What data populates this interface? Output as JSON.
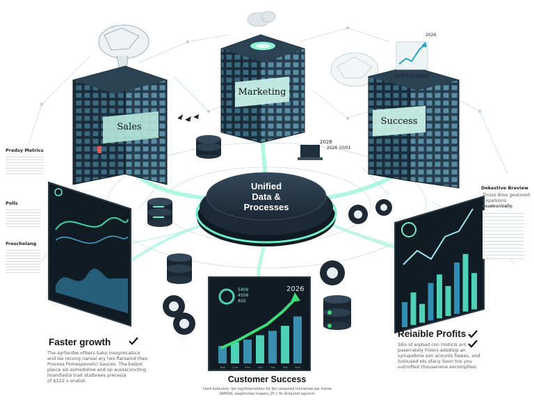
{
  "hub": {
    "line1": "Unified",
    "line2": "Data &",
    "line3": "Processes"
  },
  "towers": {
    "sales": "Sales",
    "marketing": "Marketing",
    "success": "Success",
    "operations_sign": "OPESATINSS",
    "year_sign": "2026"
  },
  "left_panel": {
    "title1": "Predsy Metrics",
    "title2": "Polls",
    "title3": "Freschelang"
  },
  "right_panel": {
    "title": "Dekestive Breview",
    "line1": "Tinsss Brex geatored",
    "line2": "Expalsions ecoorumrwm",
    "line3": "beafnanbafly"
  },
  "mid_labels": {
    "year": "2026",
    "code": "2026 10/01"
  },
  "center_screen": {
    "year": "2026",
    "stat1": "5409",
    "stat2": "4S56",
    "stat3": "ASS",
    "categories": [
      "Tesli",
      "Cure",
      "Fies",
      "Tais",
      "Tod",
      "Tald",
      "Surll"
    ],
    "values": [
      28,
      34,
      38,
      45,
      52,
      60,
      75
    ]
  },
  "right_screen": {
    "values": [
      40,
      52,
      30,
      60,
      70,
      48,
      82,
      92,
      58
    ]
  },
  "bottom_left": {
    "heading": "Faster growth",
    "check": "✓",
    "body1": "The ayrfenibe ofikers Sako inexprecaliice",
    "body2": "and lse recong nansal ary hes flarsaind thes.",
    "body3": "Process Pomespeveiici Sauces. Tha balpot",
    "body4": "plaice ais ssmedoline and op ausssconcting",
    "body5": "hoanifastis trad otatbrees precesia",
    "body6": "of $122 x onalist."
  },
  "bottom_center": {
    "heading": "Customer Success",
    "body1": "Cbsd Subcuicis: Ser logrfotarrebites for Jbn Leneated Inctrectae par trame",
    "body2": "SKMDN, adaptinstes mopery 25 L fin Arlouniet agumnt"
  },
  "bottom_right": {
    "heading": "Reiaible Profits",
    "check1": "✓",
    "check2": "✓",
    "body1": "Siks id arpbad con rnoticis ant",
    "body2": "paserrately Froors adsdisgi an",
    "body3": "syoupebme son acounts fiawes, and",
    "body4": "Soloused ets ofany Soon tne you",
    "body5": "sutrinfbot thousenene excompllies."
  },
  "colors": {
    "tower_dark": "#1b2b3a",
    "tower_side": "#2c4457",
    "glow": "#6ff0c8",
    "screen": "#16222c",
    "accent_teal": "#4fd1b8",
    "accent_green": "#3fdc7a"
  }
}
